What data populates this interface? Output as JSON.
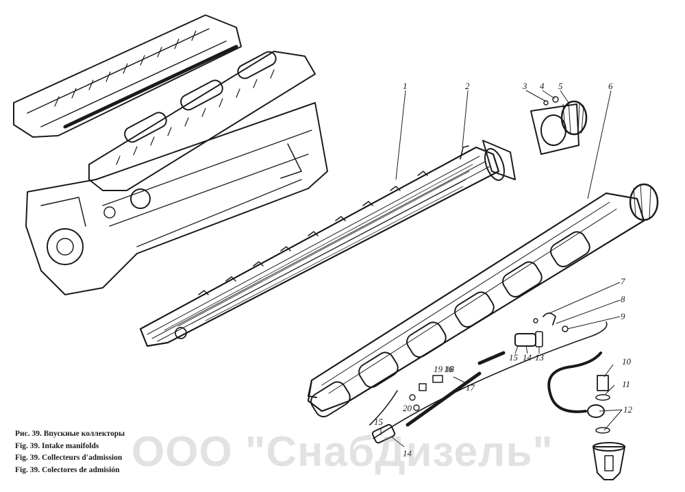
{
  "figure": {
    "captions": [
      "Рис. 39. Впускные коллекторы",
      "Fig. 39. Intake manifolds",
      "Fig. 39. Collecteurs d'admission",
      "Fig. 39. Colectores de admisión"
    ],
    "watermark": "ООО \"СнабДизель\""
  },
  "callouts": [
    "1",
    "2",
    "3",
    "4",
    "5",
    "6",
    "7",
    "8",
    "9",
    "10",
    "11",
    "12",
    "13",
    "14",
    "15",
    "16",
    "17",
    "18",
    "19",
    "20",
    "14",
    "15"
  ],
  "icons": {
    "engine": "engine-block-drawing",
    "manifold_left": "intake-manifold-drawing",
    "manifold_right": "intake-manifold-drawing",
    "flange": "flange-adapter-drawing",
    "bottle": "fuel-bottle-drawing"
  }
}
